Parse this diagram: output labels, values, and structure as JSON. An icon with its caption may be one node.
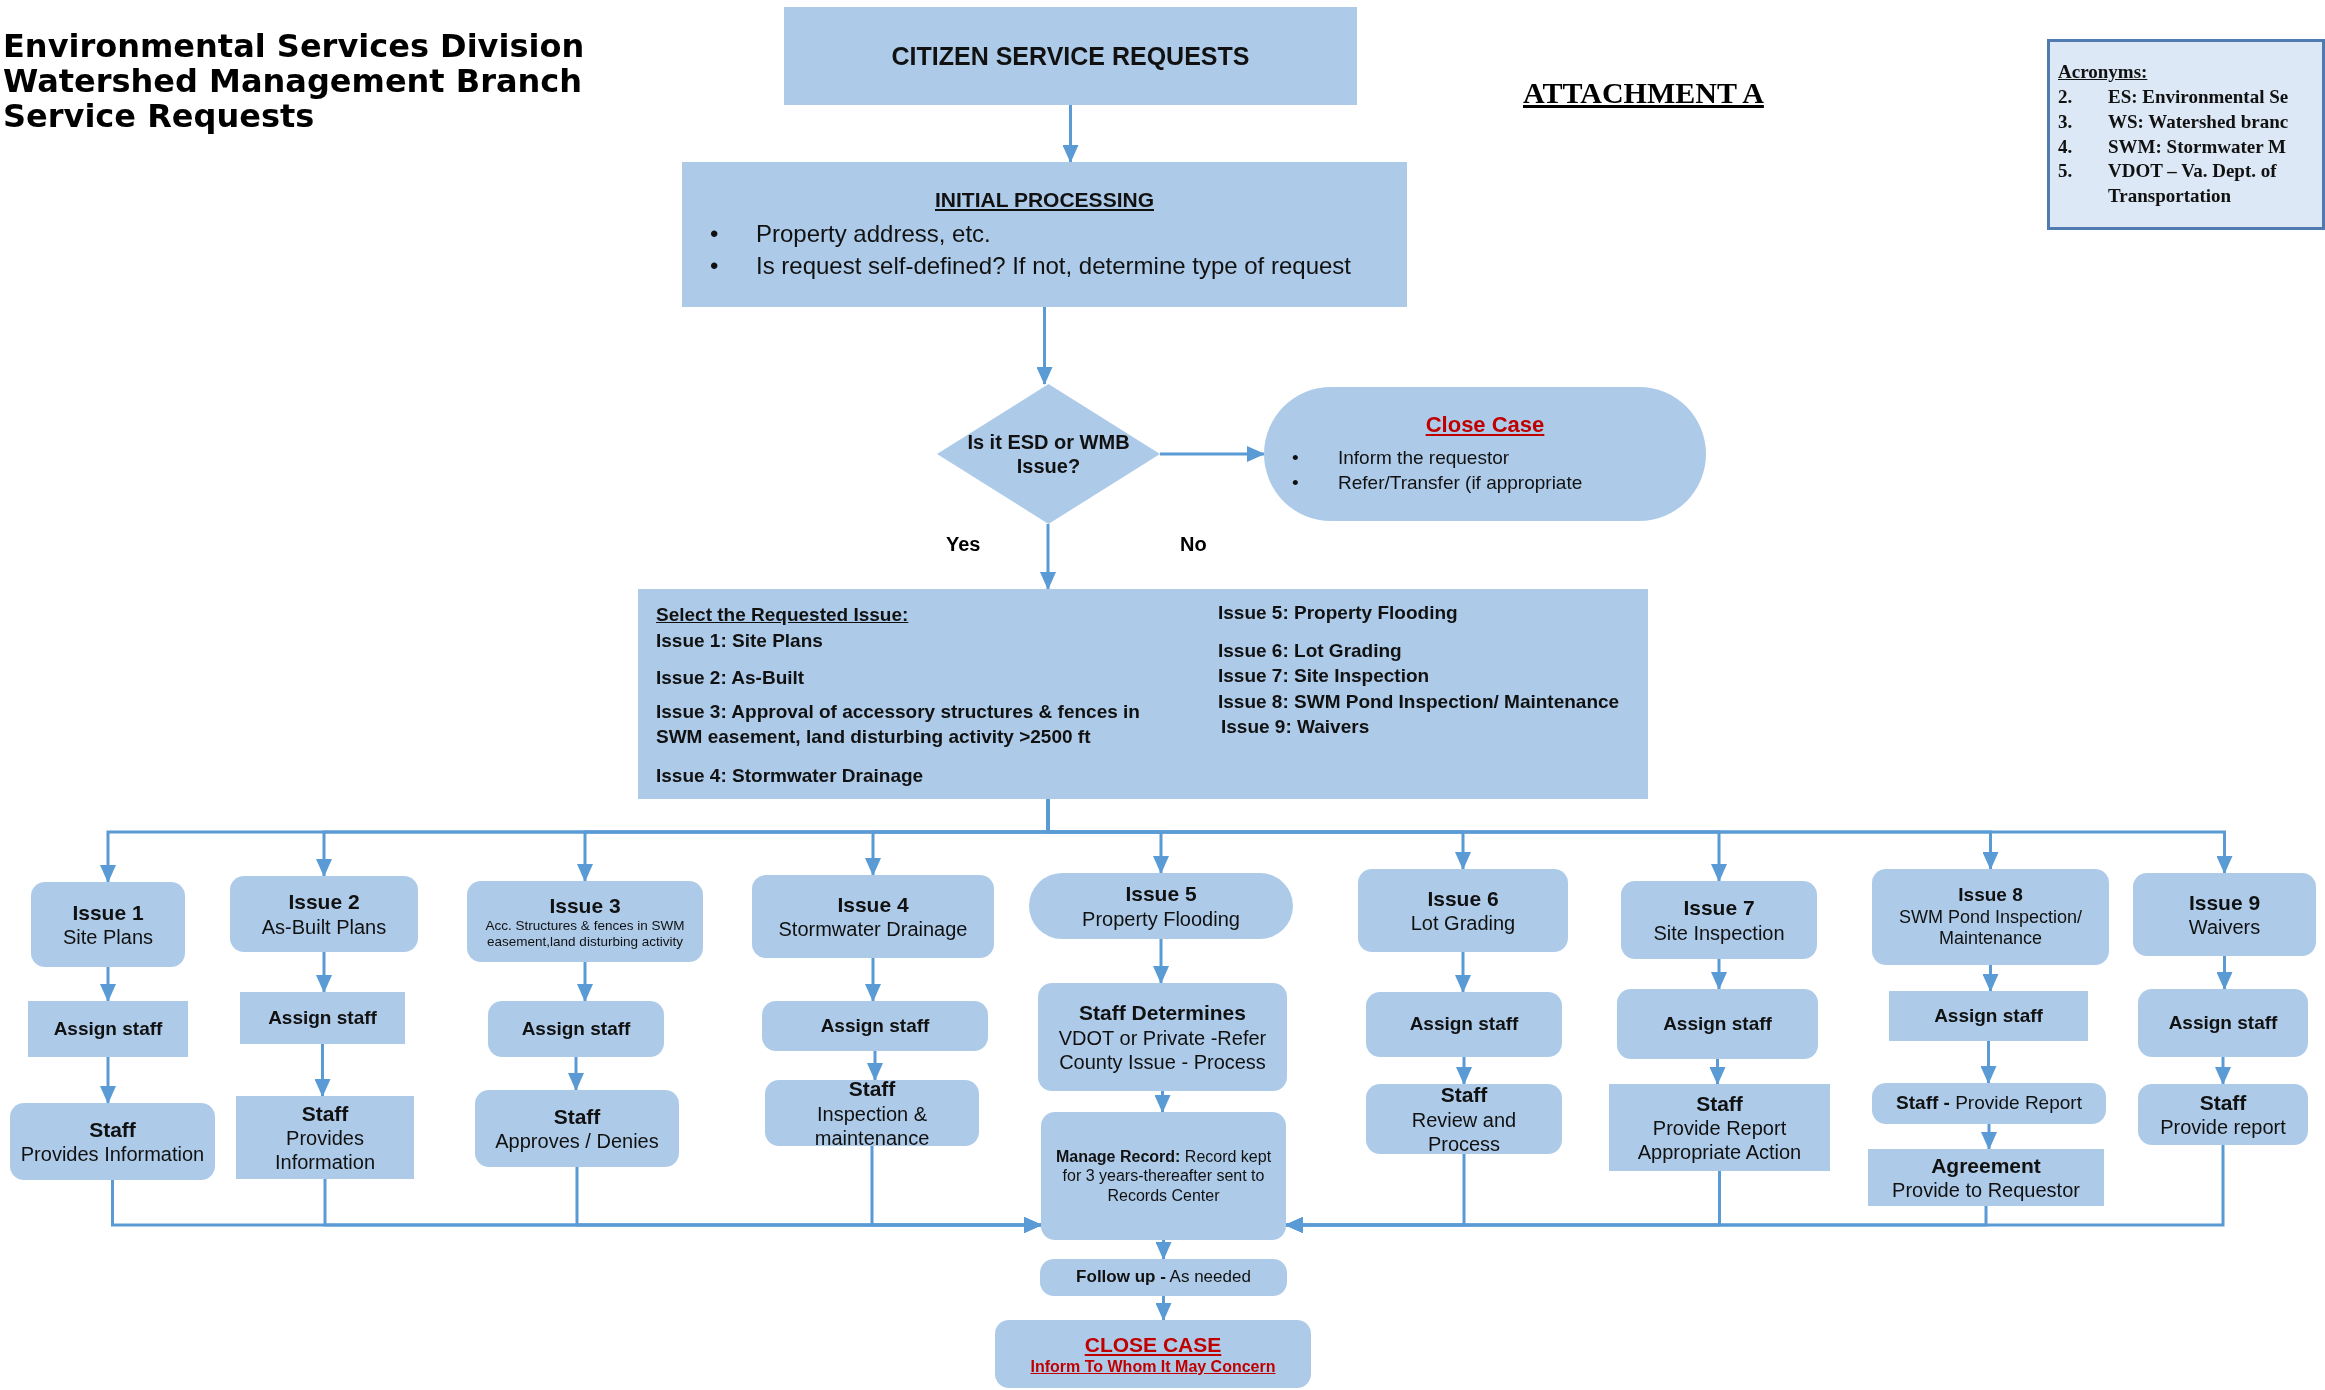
{
  "diagram": {
    "nodes": [
      {
        "text": [
          "CITIZEN SERVICE REQUESTS"
        ]
      },
      {
        "text": [
          "INITIAL PROCESSING",
          "•",
          "Property address, etc.",
          "•",
          "Is request self-defined? If not, determine type of request"
        ]
      },
      {
        "text": [
          "Is it ESD or WMB Issue?"
        ]
      },
      {
        "text": [
          "Close Case",
          "•",
          "Inform the requestor",
          "•",
          "Refer/Transfer (if appropriate"
        ]
      },
      {
        "text": [
          "Select the Requested Issue:",
          "Issue 1:  Site Plans",
          "Issue 2:   As-Built",
          "Issue 3:  Approval of accessory structures & fences in SWM easement, land disturbing activity >2500 ft",
          "Issue 4:  Stormwater Drainage",
          "Issue 5:  Property Flooding",
          "Issue 6:  Lot Grading",
          "Issue 7:  Site Inspection",
          "Issue 8:  SWM Pond Inspection/ Maintenance",
          "Issue 9:  Waivers"
        ]
      },
      {
        "text": [
          "Issue 1",
          "Site Plans"
        ]
      },
      {
        "text": [
          "Issue 2",
          "As-Built Plans"
        ]
      },
      {
        "text": [
          "Issue 3",
          "Acc. Structures & fences in SWM easement,land disturbing activity"
        ]
      },
      {
        "text": [
          "Issue 4",
          "Stormwater Drainage"
        ]
      },
      {
        "text": [
          "Issue 5",
          "Property Flooding"
        ]
      },
      {
        "text": [
          "Issue 6",
          "Lot Grading"
        ]
      },
      {
        "text": [
          "Issue 7",
          "Site Inspection"
        ]
      },
      {
        "text": [
          "Issue 8",
          "SWM Pond Inspection/ Maintenance"
        ]
      },
      {
        "text": [
          "Issue 9",
          "Waivers"
        ]
      },
      {
        "text": [
          "Assign staff"
        ]
      },
      {
        "text": [
          "Assign staff"
        ]
      },
      {
        "text": [
          "Assign staff"
        ]
      },
      {
        "text": [
          "Assign staff"
        ]
      },
      {
        "text": [
          "Staff Determines",
          "VDOT or Private -Refer",
          "County Issue - Process"
        ]
      },
      {
        "text": [
          "Assign staff"
        ]
      },
      {
        "text": [
          "Assign staff"
        ]
      },
      {
        "text": [
          "Assign staff"
        ]
      },
      {
        "text": [
          "Assign staff"
        ]
      },
      {
        "text": [
          "Staff",
          "Provides Information"
        ]
      },
      {
        "text": [
          "Staff",
          "Provides Information"
        ]
      },
      {
        "text": [
          "Staff",
          "Approves / Denies"
        ]
      },
      {
        "text": [
          "Staff",
          "Inspection & maintenance"
        ]
      },
      {
        "text": [
          "**Manage Record:**  Record kept for 3 years-thereafter sent to Records Center"
        ]
      },
      {
        "text": [
          "Staff",
          "Review and Process"
        ]
      },
      {
        "text": [
          "Staff",
          "Provide Report",
          "Appropriate Action"
        ]
      },
      {
        "text": [
          "**Staff -** Provide Report"
        ]
      },
      {
        "text": [
          "Agreement",
          "Provide to Requestor"
        ]
      },
      {
        "text": [
          "Staff",
          "Provide report"
        ]
      },
      {
        "text": [
          "**Follow up -** As needed"
        ]
      },
      {
        "text": [
          "CLOSE CASE",
          "Inform To Whom It May Concern"
        ]
      },
      {
        "text": [
          "Acronyms:",
          "2.",
          "ES:  Environmental Se",
          "3.",
          "WS:  Watershed branc",
          "4.",
          "SWM:  Stormwater M",
          "5.",
          "VDOT – Va. Dept. of Transportation"
        ]
      }
    ],
    "edges": [
      {
        "from": 0,
        "to": 1,
        "arrow": "to"
      },
      {
        "from": 1,
        "to": 2,
        "arrow": "to"
      },
      {
        "from": 2,
        "to": 3,
        "arrow": "to",
        "label": "No"
      },
      {
        "from": 2,
        "to": 4,
        "arrow": "to",
        "label": "Yes"
      },
      {
        "from": 4,
        "to": 5,
        "arrow": "to"
      },
      {
        "from": 4,
        "to": 6,
        "arrow": "to"
      },
      {
        "from": 4,
        "to": 7,
        "arrow": "to"
      },
      {
        "from": 4,
        "to": 8,
        "arrow": "to"
      },
      {
        "from": 4,
        "to": 9,
        "arrow": "to"
      },
      {
        "from": 4,
        "to": 10,
        "arrow": "to"
      },
      {
        "from": 4,
        "to": 11,
        "arrow": "to"
      },
      {
        "from": 4,
        "to": 12,
        "arrow": "to"
      },
      {
        "from": 4,
        "to": 13,
        "arrow": "to"
      },
      {
        "from": 5,
        "to": 14,
        "arrow": "to"
      },
      {
        "from": 6,
        "to": 15,
        "arrow": "to"
      },
      {
        "from": 7,
        "to": 16,
        "arrow": "to"
      },
      {
        "from": 8,
        "to": 17,
        "arrow": "to"
      },
      {
        "from": 9,
        "to": 18,
        "arrow": "to"
      },
      {
        "from": 10,
        "to": 19,
        "arrow": "to"
      },
      {
        "from": 11,
        "to": 20,
        "arrow": "to"
      },
      {
        "from": 12,
        "to": 21,
        "arrow": "to"
      },
      {
        "from": 13,
        "to": 22,
        "arrow": "to"
      },
      {
        "from": 14,
        "to": 23,
        "arrow": "to"
      },
      {
        "from": 15,
        "to": 24,
        "arrow": "to"
      },
      {
        "from": 16,
        "to": 25,
        "arrow": "to"
      },
      {
        "from": 17,
        "to": 26,
        "arrow": "to"
      },
      {
        "from": 18,
        "to": 27,
        "arrow": "to"
      },
      {
        "from": 19,
        "to": 28,
        "arrow": "to"
      },
      {
        "from": 20,
        "to": 29,
        "arrow": "to"
      },
      {
        "from": 21,
        "to": 30,
        "arrow": "to"
      },
      {
        "from": 30,
        "to": 31,
        "arrow": "to"
      },
      {
        "from": 22,
        "to": 32,
        "arrow": "to"
      },
      {
        "from": 23,
        "to": 27,
        "arrow": "to"
      },
      {
        "from": 24,
        "to": 27,
        "arrow": "to"
      },
      {
        "from": 25,
        "to": 27,
        "arrow": "to"
      },
      {
        "from": 26,
        "to": 27,
        "arrow": "to"
      },
      {
        "from": 28,
        "to": 27,
        "arrow": "to"
      },
      {
        "from": 29,
        "to": 27,
        "arrow": "to"
      },
      {
        "from": 31,
        "to": 27,
        "arrow": "to"
      },
      {
        "from": 32,
        "to": 27,
        "arrow": "to"
      },
      {
        "from": 27,
        "to": 33,
        "arrow": "to"
      },
      {
        "from": 33,
        "to": 34,
        "arrow": "to"
      }
    ],
    "labels": [
      "Environmental Services Division",
      "Watershed Management Branch",
      "Service Requests",
      "ATTACHMENT A"
    ]
  }
}
